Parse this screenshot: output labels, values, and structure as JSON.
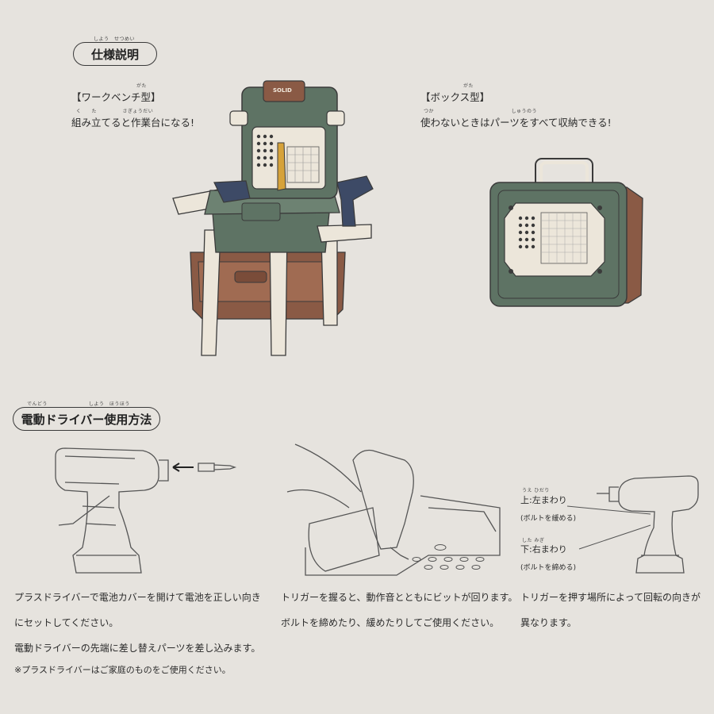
{
  "spec": {
    "heading": "仕様説明",
    "heading_ruby": "しよう　せつめい",
    "workbench": {
      "title": "【ワークベンチ型】",
      "title_ruby": "がた",
      "desc": "組み立てると作業台になる!",
      "desc_ruby": "く　　た　　　　　さぎょうだい",
      "logo_text": "SOLID"
    },
    "box": {
      "title": "【ボックス型】",
      "title_ruby": "がた",
      "desc": "使わないときはパーツをすべて収納できる!",
      "desc_ruby": "つか　　　　　　　　　　　　　　　しゅうのう"
    }
  },
  "driver": {
    "heading": "電動ドライバー使用方法",
    "heading_ruby": "でんどう　　　　　　　　しよう　ほうほう",
    "step1": {
      "line1": "プラスドライバーで電池カバーを開けて電池を正しい向き",
      "line2": "にセットしてください。",
      "line3": "電動ドライバーの先端に差し替えパーツを差し込みます。",
      "note": "※プラスドライバーはご家庭のものをご使用ください。"
    },
    "step2": {
      "line1": "トリガーを握ると、動作音とともにビットが回ります。",
      "line2": "ボルトを締めたり、緩めたりしてご使用ください。"
    },
    "step3": {
      "up_label": "上:左まわり",
      "up_sub": "(ボルトを緩める)",
      "down_label": "下:右まわり",
      "down_sub": "(ボルトを締める)",
      "line1": "トリガーを押す場所によって回転の向きが",
      "line2": "異なります。"
    }
  },
  "colors": {
    "background": "#e6e3de",
    "green": "#5e7364",
    "brown": "#8a5a45",
    "cream": "#ece6da",
    "navy": "#3d4a66"
  }
}
